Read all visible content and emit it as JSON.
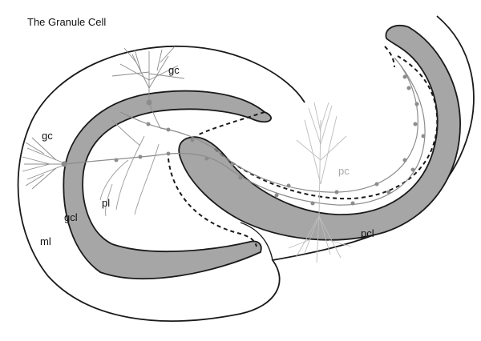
{
  "title": "The Granule Cell",
  "labels": {
    "gc_top": "gc",
    "gc_left": "gc",
    "gcl": "gcl",
    "ml": "ml",
    "pl": "pl",
    "pc": "pc",
    "pcl": "pcl"
  },
  "colors": {
    "layer_fill": "#a6a6a6",
    "outline": "#1a1a1a",
    "neuron": "#8c8c8c",
    "pyramidal": "#bdbdbd",
    "background": "#ffffff"
  }
}
